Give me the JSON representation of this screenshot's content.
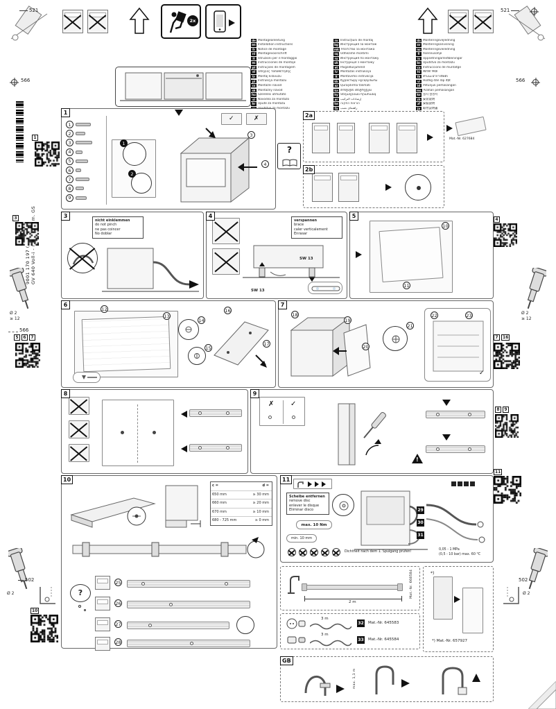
{
  "dims": {
    "d521": "521",
    "d566": "566",
    "d502": "502",
    "drill_d": "Ø 2",
    "drill_depth": "≥ 12"
  },
  "symbols": {
    "check": "✓",
    "cross": "✗",
    "question": "?",
    "warning": "!"
  },
  "side": {
    "model": "GV 640 Voll-i - 81,5 cm - m. GS",
    "code": "9001 170 197 (9812)"
  },
  "top": {
    "carry_badge": "2x"
  },
  "steps": {
    "s1": "1",
    "s2a": "2a",
    "s2b": "2b",
    "s3": "3",
    "s4": "4",
    "s5": "5",
    "s6": "6",
    "s7": "7",
    "s8": "8",
    "s9": "9",
    "s10": "10",
    "s11": "11"
  },
  "qr": {
    "left1": [
      "1"
    ],
    "left3": [
      "3"
    ],
    "left567": [
      "5",
      "6",
      "7"
    ],
    "left10": [
      "10"
    ],
    "right4": [
      "4"
    ],
    "right716": [
      "7",
      "16"
    ],
    "right89": [
      "8",
      "9"
    ],
    "right11": [
      "11"
    ]
  },
  "languages": {
    "columns": [
      [
        {
          "code": "de",
          "label": "Montageanleitung"
        },
        {
          "code": "en",
          "label": "Installation instructions"
        },
        {
          "code": "fr",
          "label": "Notice de montage"
        },
        {
          "code": "nl",
          "label": "Montagevoorschrift"
        },
        {
          "code": "it",
          "label": "Istruzioni per il montaggio"
        },
        {
          "code": "es",
          "label": "Instrucciones de montaje"
        },
        {
          "code": "pt",
          "label": "Instruções de montagem"
        },
        {
          "code": "el",
          "label": "Οδηγίες τοποθέτησης"
        },
        {
          "code": "tr",
          "label": "Montaj kılavuzu"
        },
        {
          "code": "pl",
          "label": "Instrukcja montażu"
        },
        {
          "code": "cs",
          "label": "Montážní návod"
        },
        {
          "code": "sk",
          "label": "Montážny návod"
        },
        {
          "code": "hu",
          "label": "Szerelési útmutató"
        },
        {
          "code": "sl",
          "label": "Navodila za montažo"
        },
        {
          "code": "hr",
          "label": "Upute za montažu"
        },
        {
          "code": "sr",
          "label": "Uputstvo za montažu"
        }
      ],
      [
        {
          "code": "ro",
          "label": "Instrucţiuni de montaj"
        },
        {
          "code": "bg",
          "label": "Инструкция за монтаж"
        },
        {
          "code": "mk",
          "label": "Упатство за монтажа"
        },
        {
          "code": "sq",
          "label": "Udhëzime montimi"
        },
        {
          "code": "ru",
          "label": "Инструкция по монтажу"
        },
        {
          "code": "uk",
          "label": "Інструкція з монтажу"
        },
        {
          "code": "et",
          "label": "Paigaldusjuhend"
        },
        {
          "code": "lv",
          "label": "Montāžas instrukcija"
        },
        {
          "code": "lt",
          "label": "Montavimo instrukcija"
        },
        {
          "code": "kk",
          "label": "Құрастыру нұсқаулығы"
        },
        {
          "code": "az",
          "label": "Quraşdırma təlimatı"
        },
        {
          "code": "ka",
          "label": "მონტაჟის ინსტრუქცია"
        },
        {
          "code": "hy",
          "label": "Տեղադրման հրահանգ"
        },
        {
          "code": "ar",
          "label": "إرشادات التركيب"
        },
        {
          "code": "he",
          "label": "הוראות התקנה"
        },
        {
          "code": "fa",
          "label": "راهنمای نصب"
        }
      ],
      [
        {
          "code": "da",
          "label": "Monteringsvejledning"
        },
        {
          "code": "sv",
          "label": "Monteringsanvisning"
        },
        {
          "code": "no",
          "label": "Monteringsveiledning"
        },
        {
          "code": "fi",
          "label": "Asennusohje"
        },
        {
          "code": "is",
          "label": "Uppsetningarleiðbeiningar"
        },
        {
          "code": "bs",
          "label": "Uputstvo za montažu"
        },
        {
          "code": "ca",
          "label": "Instruccions de muntatge"
        },
        {
          "code": "hi",
          "label": "स्थापना निर्देश"
        },
        {
          "code": "th",
          "label": "คำแนะนำการติดตั้ง"
        },
        {
          "code": "vi",
          "label": "Hướng dẫn lắp đặt"
        },
        {
          "code": "id",
          "label": "Petunjuk pemasangan"
        },
        {
          "code": "ms",
          "label": "Arahan pemasangan"
        },
        {
          "code": "ko",
          "label": "설치 설명서"
        },
        {
          "code": "zh",
          "label": "安装说明"
        },
        {
          "code": "zf",
          "label": "安裝說明"
        },
        {
          "code": "ja",
          "label": "取付説明書"
        }
      ]
    ]
  },
  "panel1": {
    "items": [
      "1",
      "2",
      "3",
      "4",
      "5",
      "6",
      "7",
      "8",
      "9"
    ],
    "details": [
      "1",
      "2"
    ],
    "callouts": [
      "3",
      "4"
    ]
  },
  "panel2a": {
    "part_number": "Mat.-Nr. 627684"
  },
  "panel3": {
    "note": [
      "nicht einklemmen",
      "do not pinch",
      "ne pas coincer",
      "No doblar"
    ]
  },
  "panel4": {
    "note": [
      "verspannen",
      "brace",
      "caler verticalement",
      "Enrasar"
    ],
    "wrench": "SW 13"
  },
  "panel5": {
    "callouts": [
      "10",
      "11"
    ]
  },
  "panel6": {
    "callouts": [
      "12",
      "13",
      "14",
      "15",
      "16",
      "17"
    ]
  },
  "panel7": {
    "callouts": [
      "18",
      "19",
      "20",
      "21",
      "22",
      "23"
    ]
  },
  "panel10": {
    "question": "?",
    "options": [
      "25",
      "26",
      "27",
      "28"
    ],
    "table": {
      "h": [
        "c =",
        "d ="
      ],
      "rows": [
        [
          "650 mm",
          "≥ 30 mm"
        ],
        [
          "660 mm",
          "≥ 20 mm"
        ],
        [
          "670 mm",
          "≥ 10 mm"
        ],
        [
          "680 - 725 mm",
          "≥ 0 mm"
        ]
      ]
    }
  },
  "panel11": {
    "note": [
      "Scheibe entfernen",
      "remove disc",
      "enlever le disque",
      "Eliminar disco"
    ],
    "torque": "max. 10 Nm",
    "gap": "min. 10 mm",
    "badges": [
      "29",
      "30",
      "31"
    ],
    "water1": "0,05 - 1 MPa",
    "water2": "(0,5 - 10 bar) max. 60 °C",
    "check_note": "Dichtheit nach dem 1. Spülgang prüfen!"
  },
  "hose_box": {
    "length": "2 m",
    "part_vertical": "Mat.-Nr. 668584"
  },
  "power_box": {
    "rows": [
      {
        "len": "3 m",
        "badge": "32",
        "part": "Mat.-Nr. 645583"
      },
      {
        "len": "3 m",
        "badge": "33",
        "part": "Mat.-Nr. 645584"
      }
    ]
  },
  "panel_box": {
    "star": "*)",
    "part": "*) Mat.-Nr. 657927"
  },
  "gb": {
    "label": "GB",
    "height": "max. 1,1 m"
  }
}
